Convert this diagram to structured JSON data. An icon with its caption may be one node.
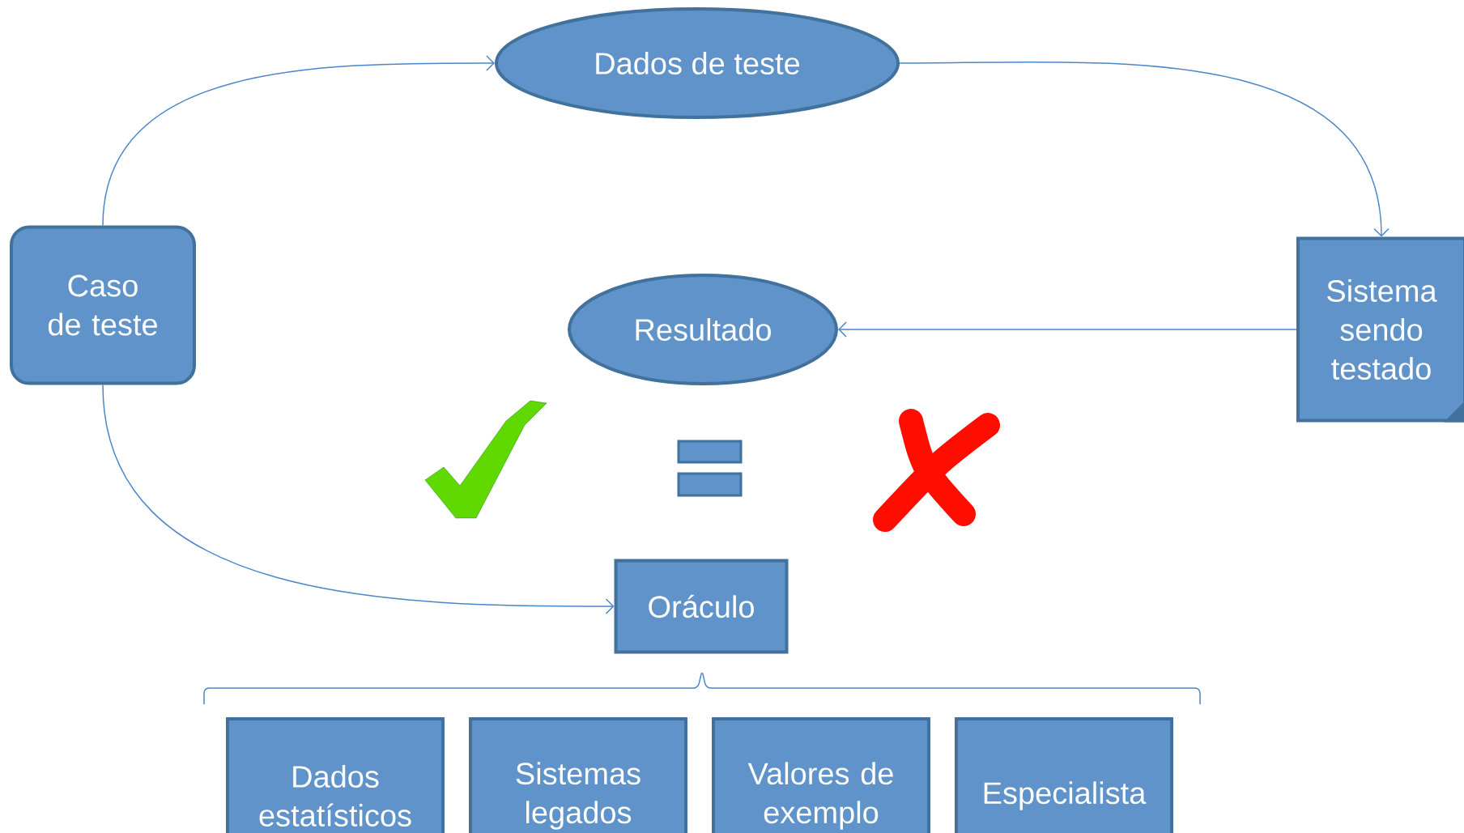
{
  "diagram": {
    "nodes": [
      {
        "text": [
          "Dados de teste"
        ]
      },
      {
        "text": [
          "Caso de teste"
        ]
      },
      {
        "text": [
          "Sistema sendo testado"
        ]
      },
      {
        "text": [
          "Resultado"
        ]
      },
      {
        "text": [
          "Oráculo"
        ]
      },
      {
        "text": [
          "Dados estatísticos"
        ]
      },
      {
        "text": [
          "Sistemas legados"
        ]
      },
      {
        "text": [
          "Valores de exemplo"
        ]
      },
      {
        "text": [
          "Especialista"
        ]
      }
    ],
    "edges": [
      {
        "from": 1,
        "to": 0,
        "arrow": "to"
      },
      {
        "from": 0,
        "to": 2,
        "arrow": "to"
      },
      {
        "from": 2,
        "to": 3,
        "arrow": "to"
      },
      {
        "from": 1,
        "to": 4,
        "arrow": "to"
      }
    ]
  }
}
